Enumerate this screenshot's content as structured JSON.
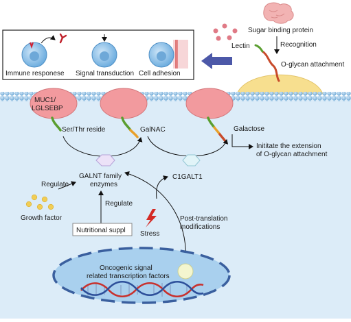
{
  "labels": {
    "sugar_binding_protein": "Sugar binding protein",
    "lectin": "Lectin",
    "recognition": "Recognition",
    "o_glycan_attachment": "O-glycan attachment",
    "immune_response": "Immune responese",
    "signal_transduction": "Signal transduction",
    "cell_adhesion": "Cell adhesion",
    "muc1_line1": "MUC1/",
    "muc1_line2": "LGLSEBP",
    "ser_thr": "Ser/Thr reside",
    "galnac": "GalNAC",
    "galactose": "Galactose",
    "initiate_line1": "Inititate the extension",
    "initiate_line2": "of O-glycan attachment",
    "galnt_line1": "GALNT family",
    "galnt_line2": "enzymes",
    "c1galt1": "C1GALT1",
    "regulate_left": "Regulate",
    "regulate_bottom": "Regulate",
    "growth_factor": "Growth factor",
    "nutritional": "Nutritional suppl",
    "stress": "Stress",
    "ptm_line1": "Post-translation",
    "ptm_line2": "modifications",
    "oncogenic_line1": "Oncogenic signal",
    "oncogenic_line2": "related transcription factors"
  },
  "colors": {
    "cytoplasm": "#dcecf8",
    "membrane_bead": "#8fc4e8",
    "protein_fill": "#f29a9e",
    "lectin_dots": "#e07a86",
    "cell_blue": "#8cc2ea",
    "nucleus_fill": "#a9d0ee",
    "nucleus_border": "#3a5f9e",
    "yellow_dome": "#f7df8f",
    "sugar_green": "#5a9e2f",
    "sugar_orange": "#e8a02a",
    "sugar_red": "#c84b2b",
    "arrow_blue": "#4c58a8",
    "stress_red": "#d42a25",
    "growth_dots": "#f1cd55"
  }
}
